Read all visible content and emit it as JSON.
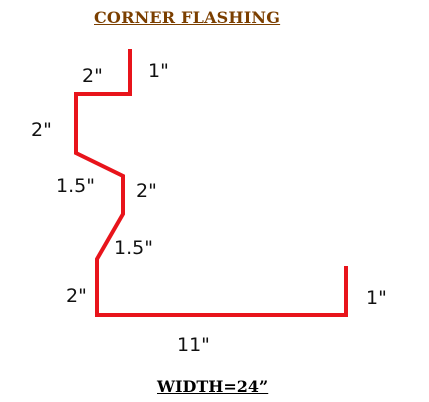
{
  "title": "CORNER FLASHING",
  "footer": "WIDTH=24”",
  "colors": {
    "title": "#7b3f00",
    "profile_line": "#e8141b",
    "text": "#111111"
  },
  "dimensions": {
    "top_lip": "1\"",
    "top_return": "2\"",
    "upper_left_drop": "2\"",
    "upper_slope": "1.5\"",
    "middle_drop": "2\"",
    "lower_slope": "1.5\"",
    "lower_left_drop": "2\"",
    "bottom": "11\"",
    "right_lip": "1\""
  }
}
